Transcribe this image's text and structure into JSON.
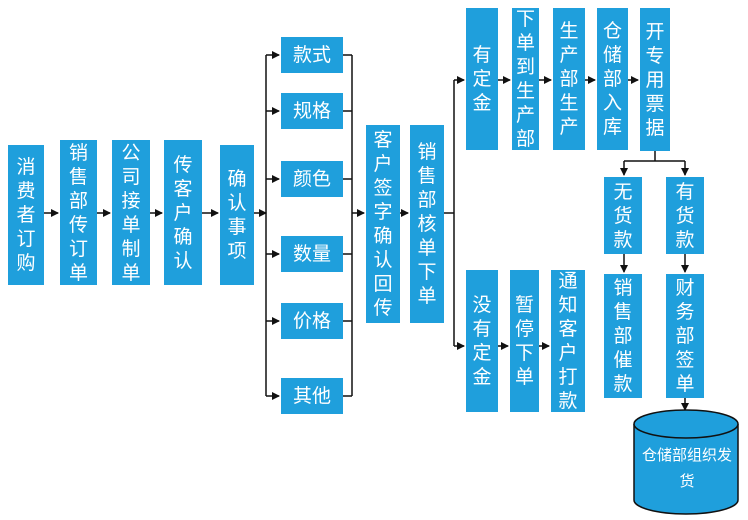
{
  "colors": {
    "box": "#1f9fdc",
    "text": "#ffffff",
    "line": "#111111",
    "bg": "#ffffff"
  },
  "nodes": {
    "consumer_order": "消费者订购",
    "sales_pass_order": "销售部传订单",
    "company_receive": "公司接单制单",
    "send_customer_confirm": "传客户确认",
    "confirm_items": "确认事项",
    "style": "款式",
    "spec": "规格",
    "color": "颜色",
    "quantity": "数量",
    "price": "价格",
    "other": "其他",
    "customer_sign_return": "客户签字确认回传",
    "sales_review_order": "销售部核单下单",
    "has_deposit": "有定金",
    "order_to_production": "下单到生产部",
    "production_produce": "生产部生产",
    "warehouse_in": "仓储部入库",
    "issue_invoice": "开专用票据",
    "no_payment": "无货款",
    "has_payment": "有货款",
    "sales_urge_payment": "销售部催款",
    "finance_sign": "财务部签单",
    "no_deposit": "没有定金",
    "pause_order": "暂停下单",
    "notify_customer_pay": "通知客户打款",
    "warehouse_ship": "仓储部组织发货"
  }
}
